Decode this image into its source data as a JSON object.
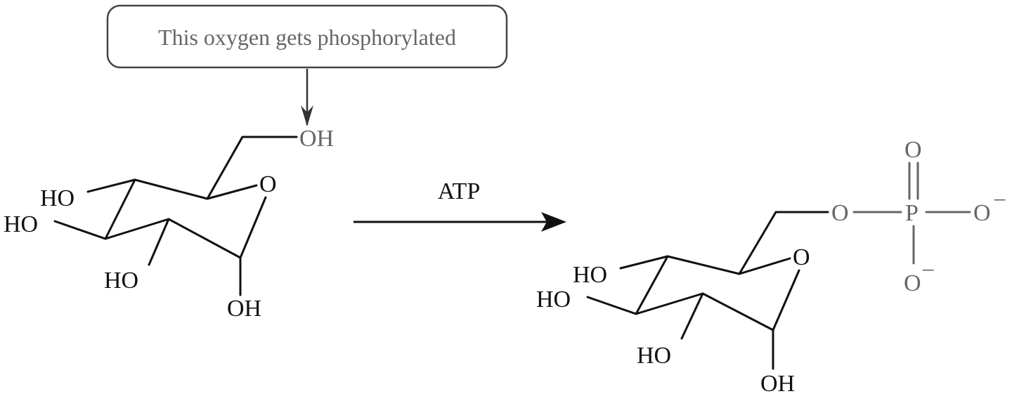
{
  "callout": {
    "text": "This oxygen gets phosphorylated"
  },
  "reactant": {
    "labels": {
      "oh_ch2": "OH",
      "ring_o": "O",
      "ho_c4": "HO",
      "ho_c3": "HO",
      "ho_c2": "HO",
      "oh_c1": "OH"
    }
  },
  "reaction": {
    "reagent": "ATP"
  },
  "product": {
    "labels": {
      "o_ester": "O",
      "p": "P",
      "o_double": "O",
      "o_minus_right": "O",
      "o_minus_bottom": "O",
      "charge_right": "−",
      "charge_bottom": "−",
      "ring_o": "O",
      "ho_c4": "HO",
      "ho_c3": "HO",
      "ho_c2": "HO",
      "oh_c1": "OH"
    }
  },
  "colors": {
    "ink": "#111111",
    "muted": "#666666"
  }
}
